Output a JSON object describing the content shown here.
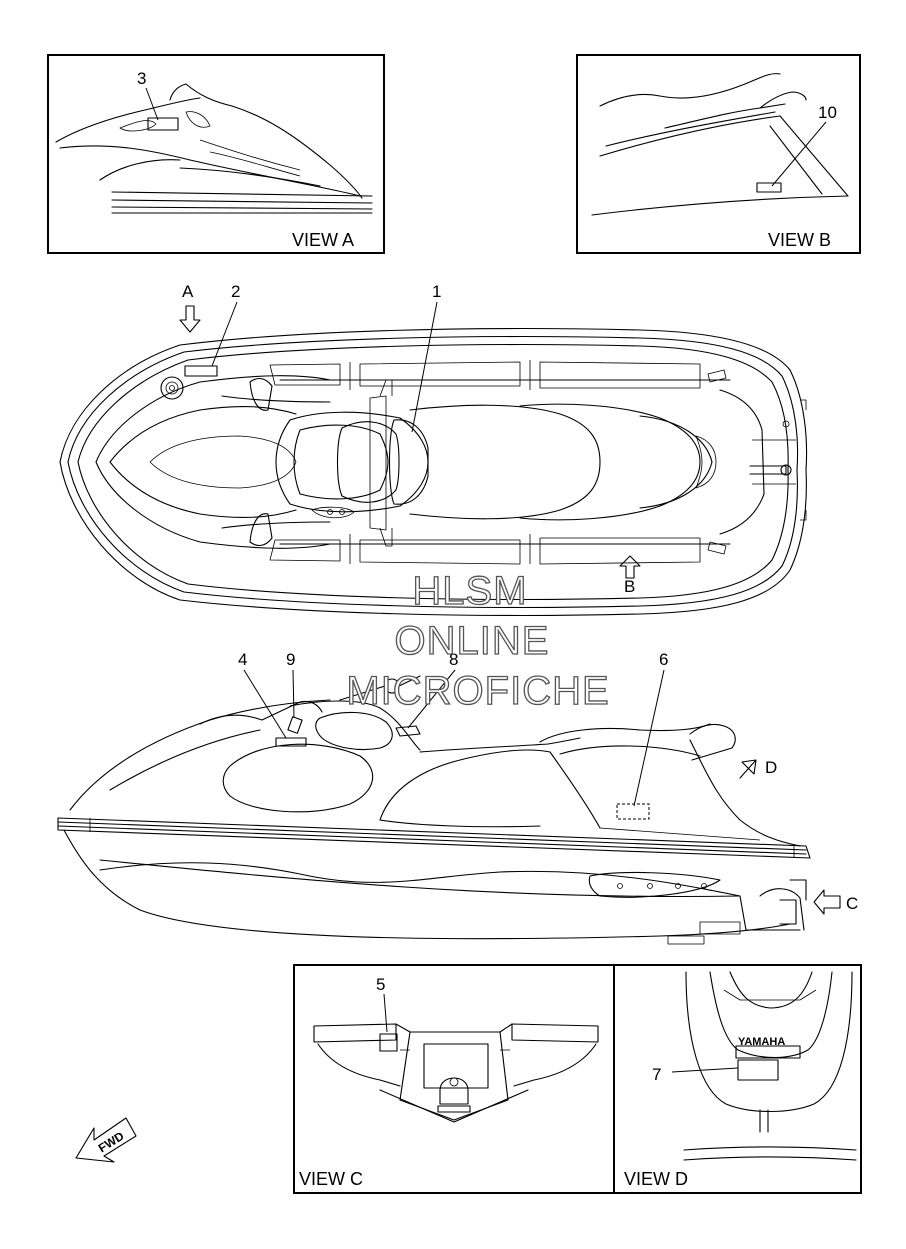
{
  "views": {
    "a": "VIEW A",
    "b": "VIEW B",
    "c": "VIEW C",
    "d": "VIEW D"
  },
  "callouts": {
    "c1": "1",
    "c2": "2",
    "c3": "3",
    "c4": "4",
    "c5": "5",
    "c6": "6",
    "c7": "7",
    "c8": "8",
    "c9": "9",
    "c10": "10"
  },
  "arrows": {
    "a": "A",
    "b": "B",
    "c": "C",
    "d": "D",
    "fwd": "FWD"
  },
  "brand_mark": "YAMAHA",
  "watermark": {
    "line1": "HLSM",
    "line2": "ONLINE",
    "line3": "MICROFICHE"
  }
}
